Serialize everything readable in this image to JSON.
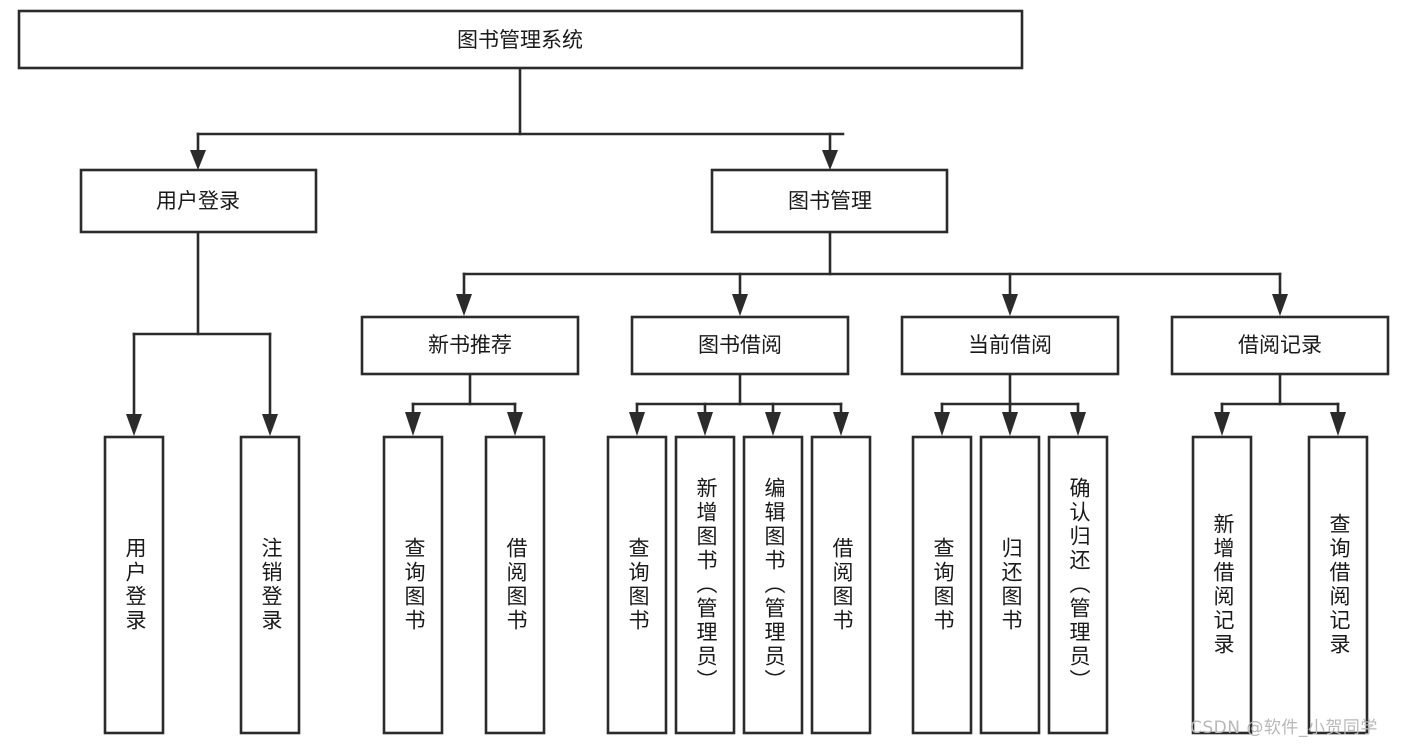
{
  "diagram": {
    "type": "tree-hierarchy",
    "title": "图书管理系统",
    "orientation": "top-down",
    "levels": 4,
    "nodes": {
      "root": {
        "label": "图书管理系统",
        "level": 1,
        "text_direction": "horizontal"
      },
      "user_login": {
        "label": "用户登录",
        "level": 2,
        "text_direction": "horizontal"
      },
      "book_mgmt": {
        "label": "图书管理",
        "level": 2,
        "text_direction": "horizontal"
      },
      "new_book_rec": {
        "label": "新书推荐",
        "level": 3,
        "text_direction": "horizontal"
      },
      "book_borrow": {
        "label": "图书借阅",
        "level": 3,
        "text_direction": "horizontal"
      },
      "current_borrow": {
        "label": "当前借阅",
        "level": 3,
        "text_direction": "horizontal"
      },
      "borrow_record": {
        "label": "借阅记录",
        "level": 3,
        "text_direction": "horizontal"
      },
      "leaf_user_login": {
        "label": "用户登录",
        "level": 4,
        "text_direction": "vertical"
      },
      "leaf_logout": {
        "label": "注销登录",
        "level": 4,
        "text_direction": "vertical"
      },
      "leaf_query_book_1": {
        "label": "查询图书",
        "level": 4,
        "text_direction": "vertical"
      },
      "leaf_borrow_book_1": {
        "label": "借阅图书",
        "level": 4,
        "text_direction": "vertical"
      },
      "leaf_query_book_2": {
        "label": "查询图书",
        "level": 4,
        "text_direction": "vertical"
      },
      "leaf_add_book": {
        "label": "新增图书（管理员）",
        "level": 4,
        "text_direction": "vertical"
      },
      "leaf_edit_book": {
        "label": "编辑图书（管理员）",
        "level": 4,
        "text_direction": "vertical"
      },
      "leaf_borrow_book_2": {
        "label": "借阅图书",
        "level": 4,
        "text_direction": "vertical"
      },
      "leaf_query_book_3": {
        "label": "查询图书",
        "level": 4,
        "text_direction": "vertical"
      },
      "leaf_return_book": {
        "label": "归还图书",
        "level": 4,
        "text_direction": "vertical"
      },
      "leaf_confirm_return": {
        "label": "确认归还（管理员）",
        "level": 4,
        "text_direction": "vertical"
      },
      "leaf_add_record": {
        "label": "新增借阅记录",
        "level": 4,
        "text_direction": "vertical"
      },
      "leaf_query_record": {
        "label": "查询借阅记录",
        "level": 4,
        "text_direction": "vertical"
      }
    },
    "edges": [
      {
        "from": "root",
        "to": "user_login"
      },
      {
        "from": "root",
        "to": "book_mgmt"
      },
      {
        "from": "user_login",
        "to": "leaf_user_login"
      },
      {
        "from": "user_login",
        "to": "leaf_logout"
      },
      {
        "from": "book_mgmt",
        "to": "new_book_rec"
      },
      {
        "from": "book_mgmt",
        "to": "book_borrow"
      },
      {
        "from": "book_mgmt",
        "to": "current_borrow"
      },
      {
        "from": "book_mgmt",
        "to": "borrow_record"
      },
      {
        "from": "new_book_rec",
        "to": "leaf_query_book_1"
      },
      {
        "from": "new_book_rec",
        "to": "leaf_borrow_book_1"
      },
      {
        "from": "book_borrow",
        "to": "leaf_query_book_2"
      },
      {
        "from": "book_borrow",
        "to": "leaf_add_book"
      },
      {
        "from": "book_borrow",
        "to": "leaf_edit_book"
      },
      {
        "from": "book_borrow",
        "to": "leaf_borrow_book_2"
      },
      {
        "from": "current_borrow",
        "to": "leaf_query_book_3"
      },
      {
        "from": "current_borrow",
        "to": "leaf_return_book"
      },
      {
        "from": "current_borrow",
        "to": "leaf_confirm_return"
      },
      {
        "from": "borrow_record",
        "to": "leaf_add_record"
      },
      {
        "from": "borrow_record",
        "to": "leaf_query_record"
      }
    ],
    "colors": {
      "node_fill": "#ffffff",
      "node_stroke": "#2b2b2b",
      "text": "#1a1a1a",
      "background": "#ffffff",
      "watermark": "#b8b8b8"
    }
  },
  "watermark": {
    "text": "CSDN @软件_小贺同学"
  }
}
